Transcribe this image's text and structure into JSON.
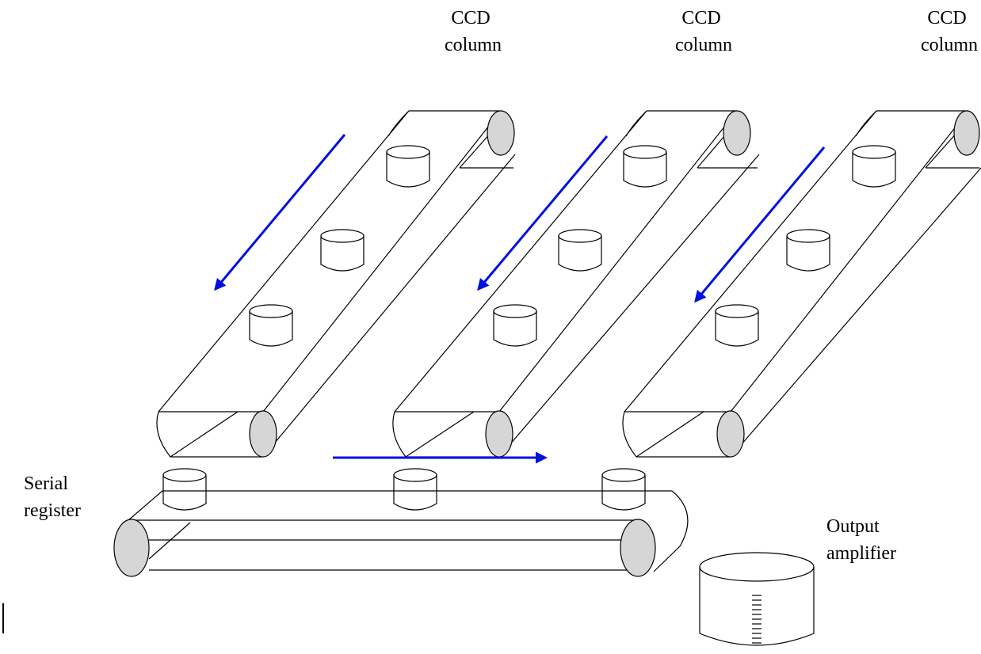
{
  "labels": {
    "ccd_column_1": [
      "CCD",
      "column"
    ],
    "ccd_column_2": [
      "CCD",
      "column"
    ],
    "ccd_column_3": [
      "CCD",
      "column"
    ],
    "serial_register": [
      "Serial",
      "register"
    ],
    "output_amplifier": [
      "Output",
      "amplifier"
    ]
  },
  "colors": {
    "arrow": "#0010e0",
    "roller_fill": "#d6d6d6",
    "line": "#000000",
    "background": "#ffffff"
  }
}
